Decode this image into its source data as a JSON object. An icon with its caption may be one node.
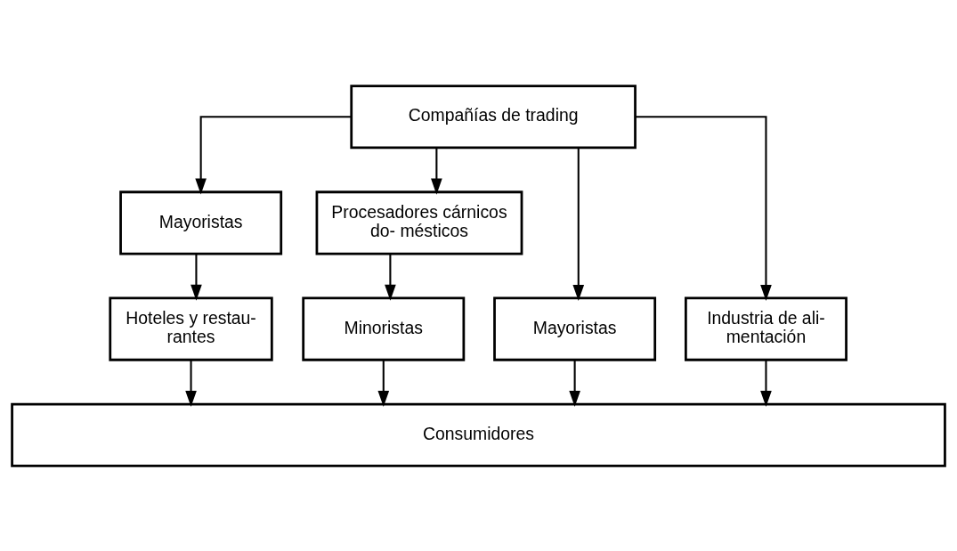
{
  "diagram": {
    "nodes": [
      {
        "text": [
          "Compañías de trading"
        ]
      },
      {
        "text": [
          "Mayoristas"
        ]
      },
      {
        "text": [
          "Procesadores cárnicos do- mésticos"
        ]
      },
      {
        "text": [
          "Mayoristas"
        ]
      },
      {
        "text": [
          "Industria de ali- mentación"
        ]
      },
      {
        "text": [
          "Hoteles y restau- rantes"
        ]
      },
      {
        "text": [
          "Minoristas"
        ]
      },
      {
        "text": [
          "Consumidores"
        ]
      }
    ],
    "edges": [
      {
        "from": 0,
        "to": 3,
        "arrow": "to"
      },
      {
        "from": 0,
        "to": 4,
        "arrow": "to"
      },
      {
        "from": 0,
        "to": 1,
        "arrow": "to"
      },
      {
        "from": 0,
        "to": 2,
        "arrow": "to"
      },
      {
        "from": 1,
        "to": 5,
        "arrow": "to"
      },
      {
        "from": 2,
        "to": 6,
        "arrow": "to"
      },
      {
        "from": 3,
        "to": 7,
        "arrow": "to"
      },
      {
        "from": 4,
        "to": 7,
        "arrow": "to"
      },
      {
        "from": 5,
        "to": 7,
        "arrow": "to"
      },
      {
        "from": 6,
        "to": 7,
        "arrow": "to"
      }
    ]
  }
}
